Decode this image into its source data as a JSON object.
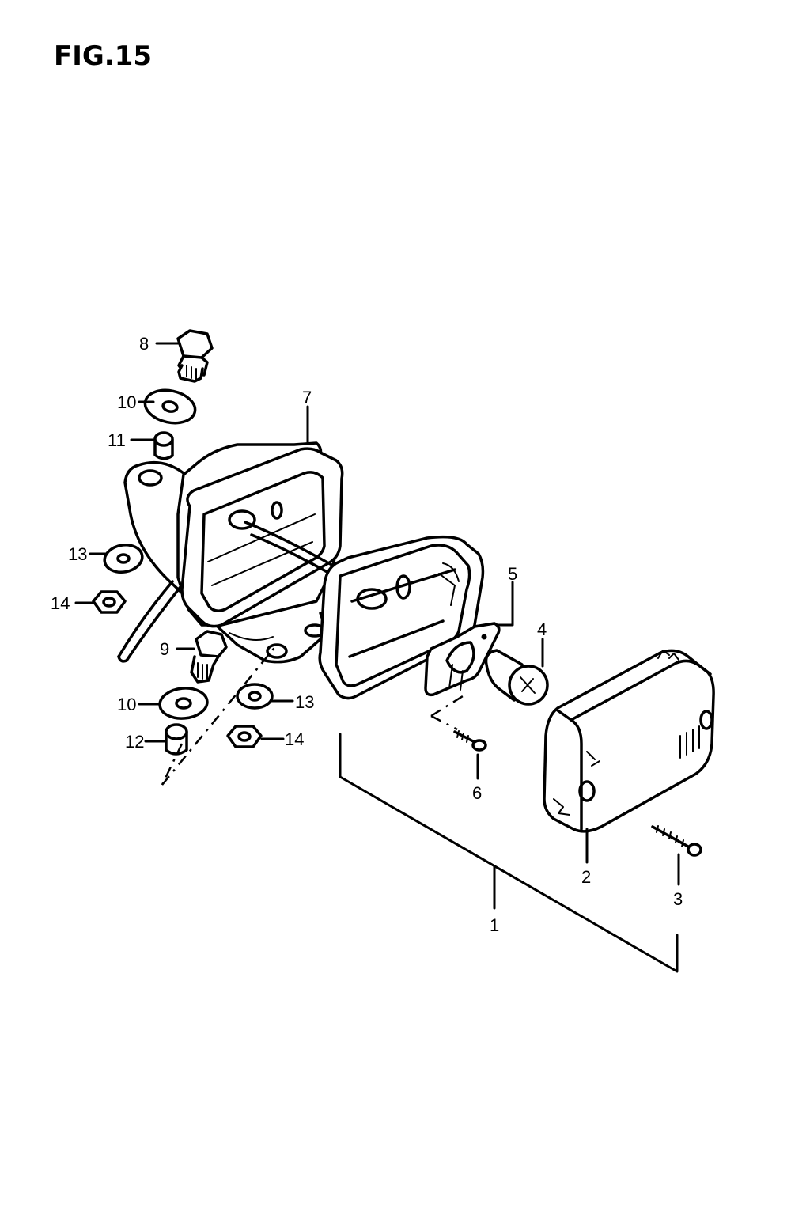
{
  "figure": {
    "title": "FIG.15"
  },
  "callouts": [
    {
      "id": "c1",
      "label": "1"
    },
    {
      "id": "c2",
      "label": "2"
    },
    {
      "id": "c3",
      "label": "3"
    },
    {
      "id": "c4",
      "label": "4"
    },
    {
      "id": "c5",
      "label": "5"
    },
    {
      "id": "c6",
      "label": "6"
    },
    {
      "id": "c7",
      "label": "7"
    },
    {
      "id": "c8",
      "label": "8"
    },
    {
      "id": "c9",
      "label": "9"
    },
    {
      "id": "c10a",
      "label": "10"
    },
    {
      "id": "c10b",
      "label": "10"
    },
    {
      "id": "c11",
      "label": "11"
    },
    {
      "id": "c12",
      "label": "12"
    },
    {
      "id": "c13a",
      "label": "13"
    },
    {
      "id": "c13b",
      "label": "13"
    },
    {
      "id": "c14a",
      "label": "14"
    },
    {
      "id": "c14b",
      "label": "14"
    }
  ]
}
